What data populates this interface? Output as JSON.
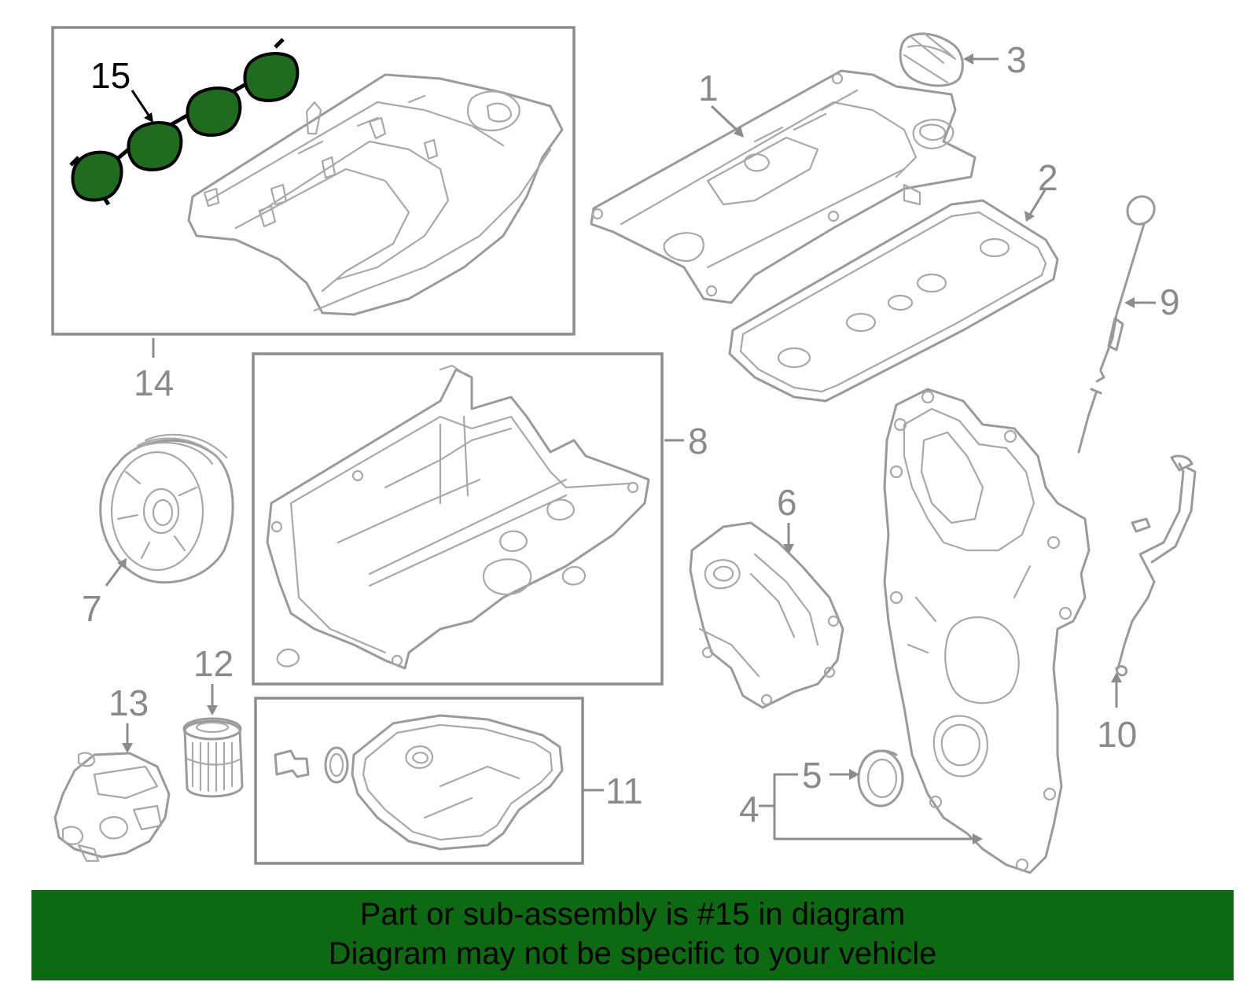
{
  "diagram": {
    "highlighted_part": "15",
    "highlight_color": "#1f6b1f",
    "banner_color": "#0e6a12",
    "callouts": {
      "c1": "1",
      "c2": "2",
      "c3": "3",
      "c4": "4",
      "c5": "5",
      "c6": "6",
      "c7": "7",
      "c8": "8",
      "c9": "9",
      "c10": "10",
      "c11": "11",
      "c12": "12",
      "c13": "13",
      "c14": "14",
      "c15": "15"
    }
  },
  "banner": {
    "line1": "Part or sub-assembly is #15 in diagram",
    "line2": "Diagram may not be specific to your vehicle"
  }
}
